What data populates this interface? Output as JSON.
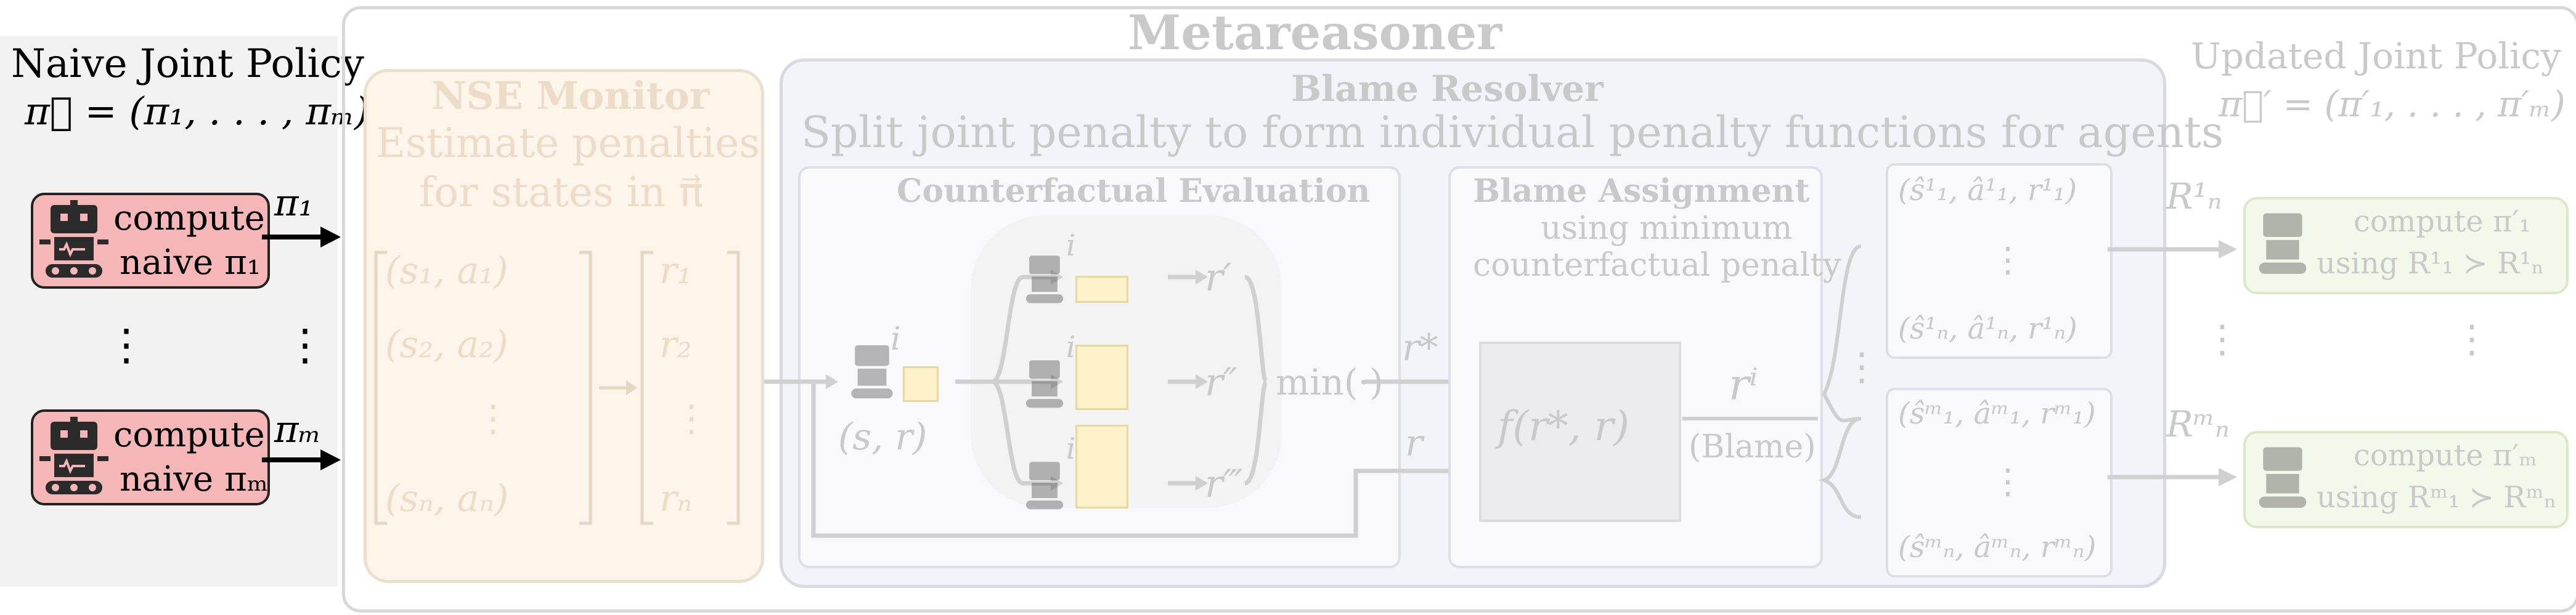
{
  "input": {
    "title": "Naive Joint Policy",
    "vector": "π⃗ = (π₁, . . . , πₘ)",
    "agents": [
      {
        "line1": "compute",
        "line2": "naive π₁",
        "output": "π₁"
      },
      {
        "line1": "compute",
        "line2": "naive πₘ",
        "output": "πₘ"
      }
    ],
    "ellipsis": "⋮"
  },
  "metareasoner": {
    "title": "Metareasoner"
  },
  "nse_monitor": {
    "title": "NSE Monitor",
    "line1": "Estimate penalties",
    "line2": "for states in π⃗",
    "pairs": [
      "(s₁, a₁)",
      "(s₂, a₂)",
      "⋮",
      "(sₙ, aₙ)"
    ],
    "rewards": [
      "r₁",
      "r₂",
      "⋮",
      "rₙ"
    ]
  },
  "blame_resolver": {
    "title": "Blame Resolver",
    "subtitle": "Split joint penalty to form individual penalty functions for agents"
  },
  "counterfactual": {
    "title": "Counterfactual Evaluation",
    "agent_label": "i",
    "input_label": "(s, r)",
    "outputs": [
      "r′",
      "r″",
      "r‴"
    ],
    "min_label": "min(·)",
    "r_star": "r*",
    "r_plain": "r"
  },
  "blame_assignment": {
    "title": "Blame Assignment",
    "line1": "using minimum",
    "line2": "counterfactual penalty",
    "function": "f(r*, r)",
    "output_sym": "rⁱ",
    "output_label": "(Blame)"
  },
  "individual": {
    "group1": [
      "(ŝ¹₁, â¹₁, r¹₁)",
      "⋮",
      "(ŝ¹ₙ, â¹ₙ, r¹ₙ)"
    ],
    "group2": [
      "(ŝᵐ₁, âᵐ₁, rᵐ₁)",
      "⋮",
      "(ŝᵐₙ, âᵐₙ, rᵐₙ)"
    ]
  },
  "output": {
    "title": "Updated Joint Policy",
    "vector": "π⃗′ = (π′₁, . . . , π′ₘ)",
    "agents": [
      {
        "reward": "R¹ₙ",
        "line1": "compute π′₁",
        "line2": "using R¹₁ ≻ R¹ₙ"
      },
      {
        "reward": "Rᵐₙ",
        "line1": "compute π′ₘ",
        "line2": "using Rᵐ₁ ≻ Rᵐₙ"
      }
    ],
    "ellipsis": "⋮"
  }
}
